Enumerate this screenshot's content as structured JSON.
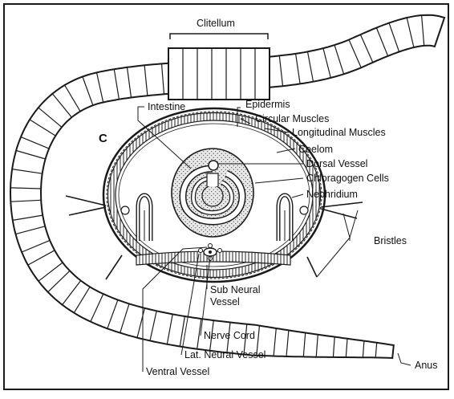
{
  "diagram": {
    "section_letter": "C",
    "labels": {
      "clitellum": "Clitellum",
      "intestine": "Intestine",
      "epidermis": "Epidermis",
      "circular_muscles": "Circular Muscles",
      "longitudinal_muscles": "Longitudinal Muscles",
      "coelom": "Coelom",
      "dorsal_vessel": "Dorsal Vessel",
      "chloragogen_cells": "Chloragogen Cells",
      "nephridium": "Nephridium",
      "bristles": "Bristles",
      "sub_neural_vessel_1": "Sub Neural",
      "sub_neural_vessel_2": "Vessel",
      "nerve_cord": "Nerve Cord",
      "lat_neural_vessel": "Lat. Neural Vessel",
      "ventral_vessel": "Ventral Vessel",
      "anus": "Anus"
    },
    "colors": {
      "ink": "#1a1a1a",
      "paper": "#ffffff",
      "stipple": "#555555"
    }
  }
}
